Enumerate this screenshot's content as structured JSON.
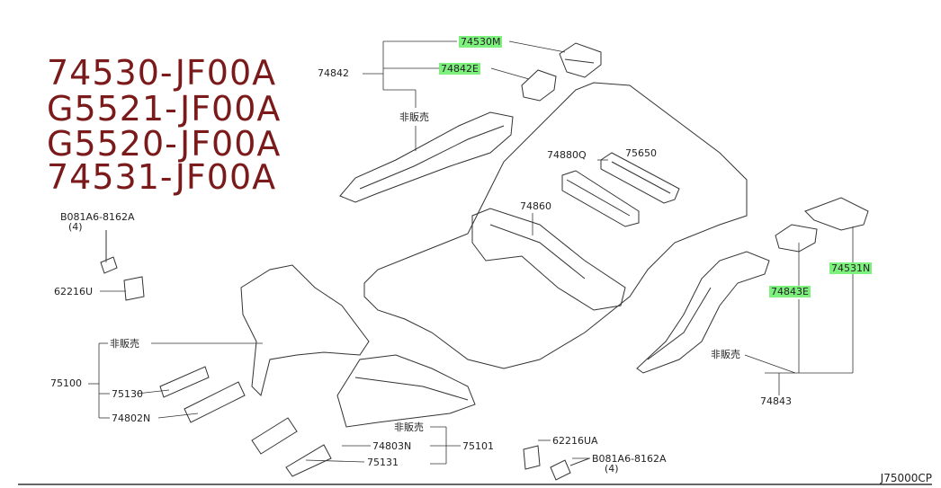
{
  "headlines": [
    "74530-JF00A",
    "G5521-JF00A",
    "G5520-JF00A",
    "74531-JF00A"
  ],
  "labels": {
    "p74530M": "74530M",
    "p74842": "74842",
    "p74842E": "74842E",
    "hihanbai_left": "非販売",
    "p74880Q": "74880Q",
    "p75650": "75650",
    "p74860": "74860",
    "bolt_top": "B081A6-8162A",
    "bolt_top_qty": "(4)",
    "p62216U": "62216U",
    "hihanbai_lower_left": "非販売",
    "p75100": "75100",
    "p75130": "75130",
    "p74802N": "74802N",
    "p74531N": "74531N",
    "p74843E": "74843E",
    "hihanbai_right": "非販売",
    "p74843": "74843",
    "hihanbai_center": "非販売",
    "p74803N": "74803N",
    "p75101": "75101",
    "p75131": "75131",
    "p62216UA": "62216UA",
    "bolt_bottom": "B081A6-8162A",
    "bolt_bottom_qty": "(4)"
  },
  "diagram_code": "J75000CP",
  "colors": {
    "headline": "#7a1a1a",
    "highlight": "#7ef07e",
    "line": "#333333"
  }
}
